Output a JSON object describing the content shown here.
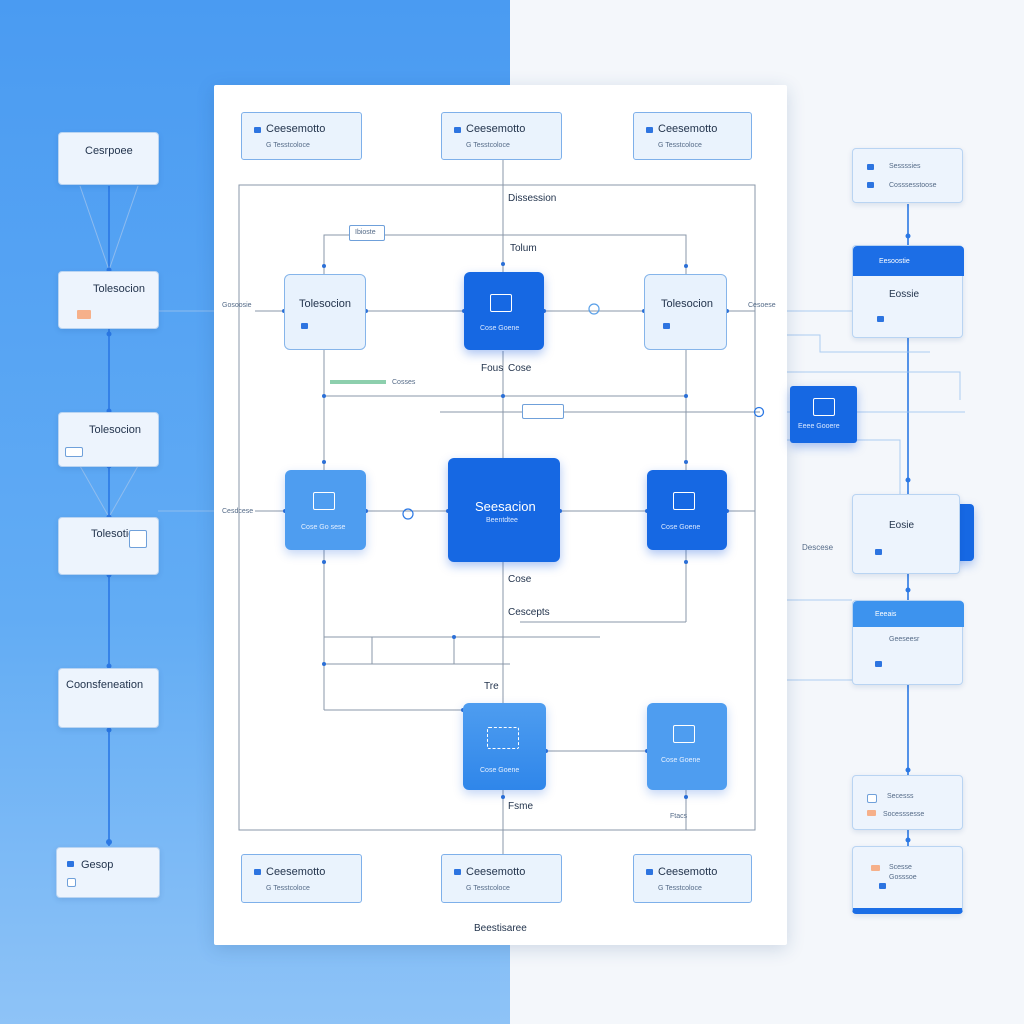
{
  "colors": {
    "accent": "#1668e3",
    "light_node": "#e8f2fd",
    "panel": "#ffffff",
    "left_bg": "#4f9ff2"
  },
  "panel": {
    "top_boxes": [
      {
        "title": "Ceesemotto",
        "sub": "G Tesstcoloce"
      },
      {
        "title": "Ceesemotto",
        "sub": "G Tesstcoloce"
      },
      {
        "title": "Ceesemotto",
        "sub": "G Tesstcoloce"
      }
    ],
    "bottom_boxes": [
      {
        "title": "Ceesemotto",
        "sub": "G Tesstcoloce"
      },
      {
        "title": "Ceesemotto",
        "sub": "G Tesstcoloce"
      },
      {
        "title": "Ceesemotto",
        "sub": "G Tesstcoloce"
      }
    ],
    "labels": {
      "dissession": "Dissession",
      "tolum": "Tolum",
      "fous": "Fous",
      "cose": "Cose",
      "cosses": "Cosses",
      "cose_center": "Cose",
      "cescepts": "Cescepts",
      "tre": "Tre",
      "fsme": "Fsme",
      "ftacs": "Ftacs",
      "bottom": "Beestisaree",
      "box_tiny": "Ibioste"
    },
    "nodes": {
      "r1_left": {
        "title": "Tolesocion"
      },
      "r1_center": {
        "caption": "Cose Goene"
      },
      "r1_right": {
        "title": "Tolesocion"
      },
      "r2_left": {
        "caption": "Cose Go sese"
      },
      "r2_center": {
        "title": "Seesacion",
        "sub": "Beentdtee"
      },
      "r2_right": {
        "caption": "Cose Goene"
      },
      "r3_left": {
        "caption": "Cose Goene"
      },
      "r3_right": {
        "caption": "Cose Goene"
      }
    },
    "side_labels": {
      "left_r1": "Gosoosie",
      "left_r2": "Cesdcese",
      "right_r1": "Cesoese"
    }
  },
  "left_column": [
    {
      "title": "Cesrpoee"
    },
    {
      "title": "Tolesocion"
    },
    {
      "title": "Tolesocion"
    },
    {
      "title": "Tolesotion"
    },
    {
      "title": "Coonsfeneation"
    },
    {
      "title": "Gesop"
    }
  ],
  "right_column": {
    "top": {
      "line1": "Sessssies",
      "line2": "Cosssesstoose"
    },
    "card1": {
      "header": "Eesoostie",
      "title": "Eossie"
    },
    "mini": {
      "caption": "Eeee Gooere"
    },
    "card2": {
      "title": "Eosie",
      "side": "Descese"
    },
    "card3": {
      "header": "Eeeais",
      "title": "Geeseesr"
    },
    "card4": {
      "line1": "Secesss",
      "line2": "Socesssesse"
    },
    "card5": {
      "line1": "Scesse",
      "line2": "Gosssoe"
    }
  }
}
